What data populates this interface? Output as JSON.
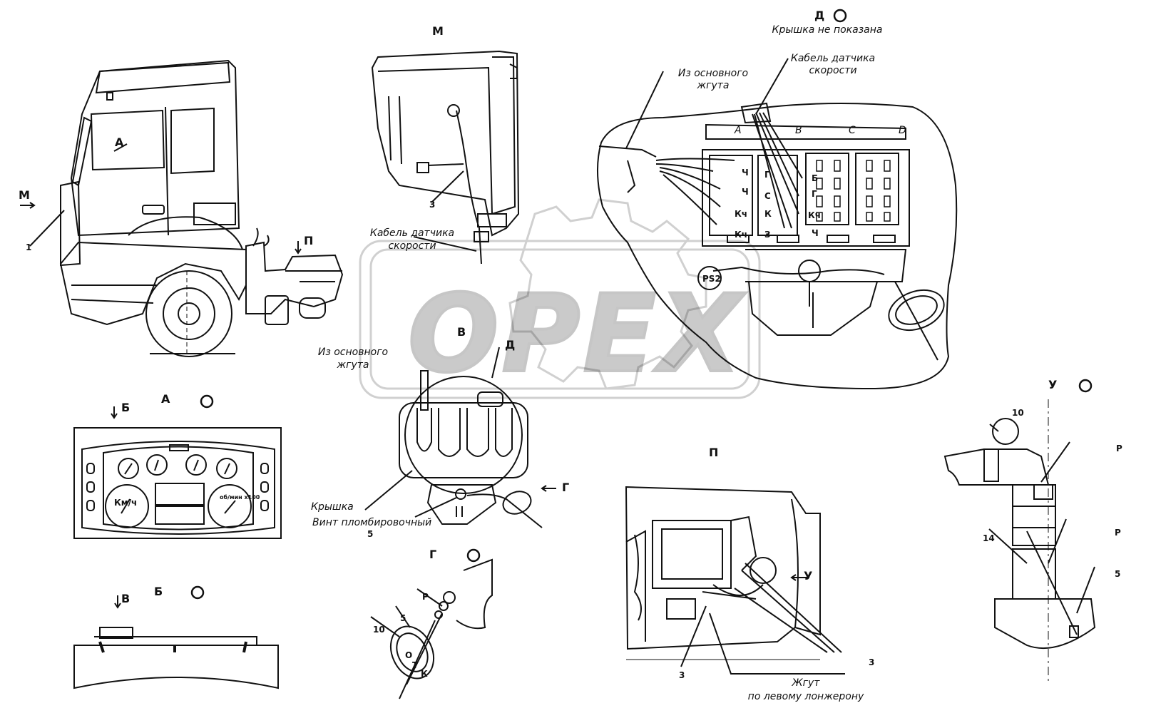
{
  "views": {
    "M": "М",
    "P": "П",
    "A": "А",
    "B": "Б",
    "V": "В",
    "G": "Г",
    "D": "Д",
    "U": "У"
  },
  "notes": {
    "cover_not_shown": "Крышка не показана",
    "from_main_harness_1": "Из основного",
    "from_main_harness_2": "жгута",
    "speed_cable_1": "Кабель датчика",
    "speed_cable_2": "скорости",
    "cover": "Крышка",
    "seal_screw": "Винт пломбировочный",
    "harness_1": "Жгут",
    "harness_2": "по левому лонжерону"
  },
  "fuse_box": {
    "columns": [
      "A",
      "B",
      "C",
      "D"
    ],
    "left_wires": [
      "Г",
      "С",
      "К",
      "З"
    ],
    "right_wires": [
      "Б",
      "Г",
      "Кч",
      "Ч"
    ],
    "left_ch": [
      "Ч",
      "Ч",
      "Кч",
      "Кч"
    ],
    "connector": "PS2"
  },
  "seal": {
    "letters": [
      "О",
      "Т",
      "К"
    ],
    "mark": "Р"
  },
  "positions": [
    "1",
    "3",
    "5",
    "10",
    "14"
  ],
  "gauges": {
    "speed": "Км/ч",
    "tacho": "об/мин x100"
  },
  "watermark": "OPEX"
}
